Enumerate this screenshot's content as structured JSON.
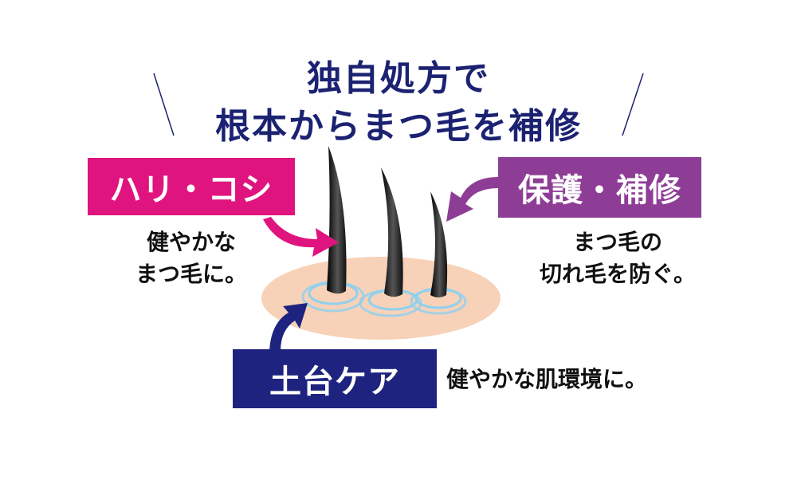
{
  "headline": {
    "line1": "独自処方で",
    "line2": "根本からまつ毛を補修",
    "color": "#1c2272"
  },
  "features": [
    {
      "label": "ハリ・コシ",
      "box_color": "#e0147f",
      "description_lines": [
        "健やかな",
        "まつ毛に。"
      ]
    },
    {
      "label": "保護・補修",
      "box_color": "#8e3d96",
      "description_lines": [
        "まつ毛の",
        "切れ毛を防ぐ。"
      ]
    },
    {
      "label": "土台ケア",
      "box_color": "#1e2380",
      "description_lines": [
        "健やかな肌環境に。"
      ]
    }
  ],
  "illustration": {
    "skin_color": "#f7d2b8",
    "ring_color": "#8fd0ee",
    "hair_color": "#1a1a1a",
    "hair_count": 3
  }
}
